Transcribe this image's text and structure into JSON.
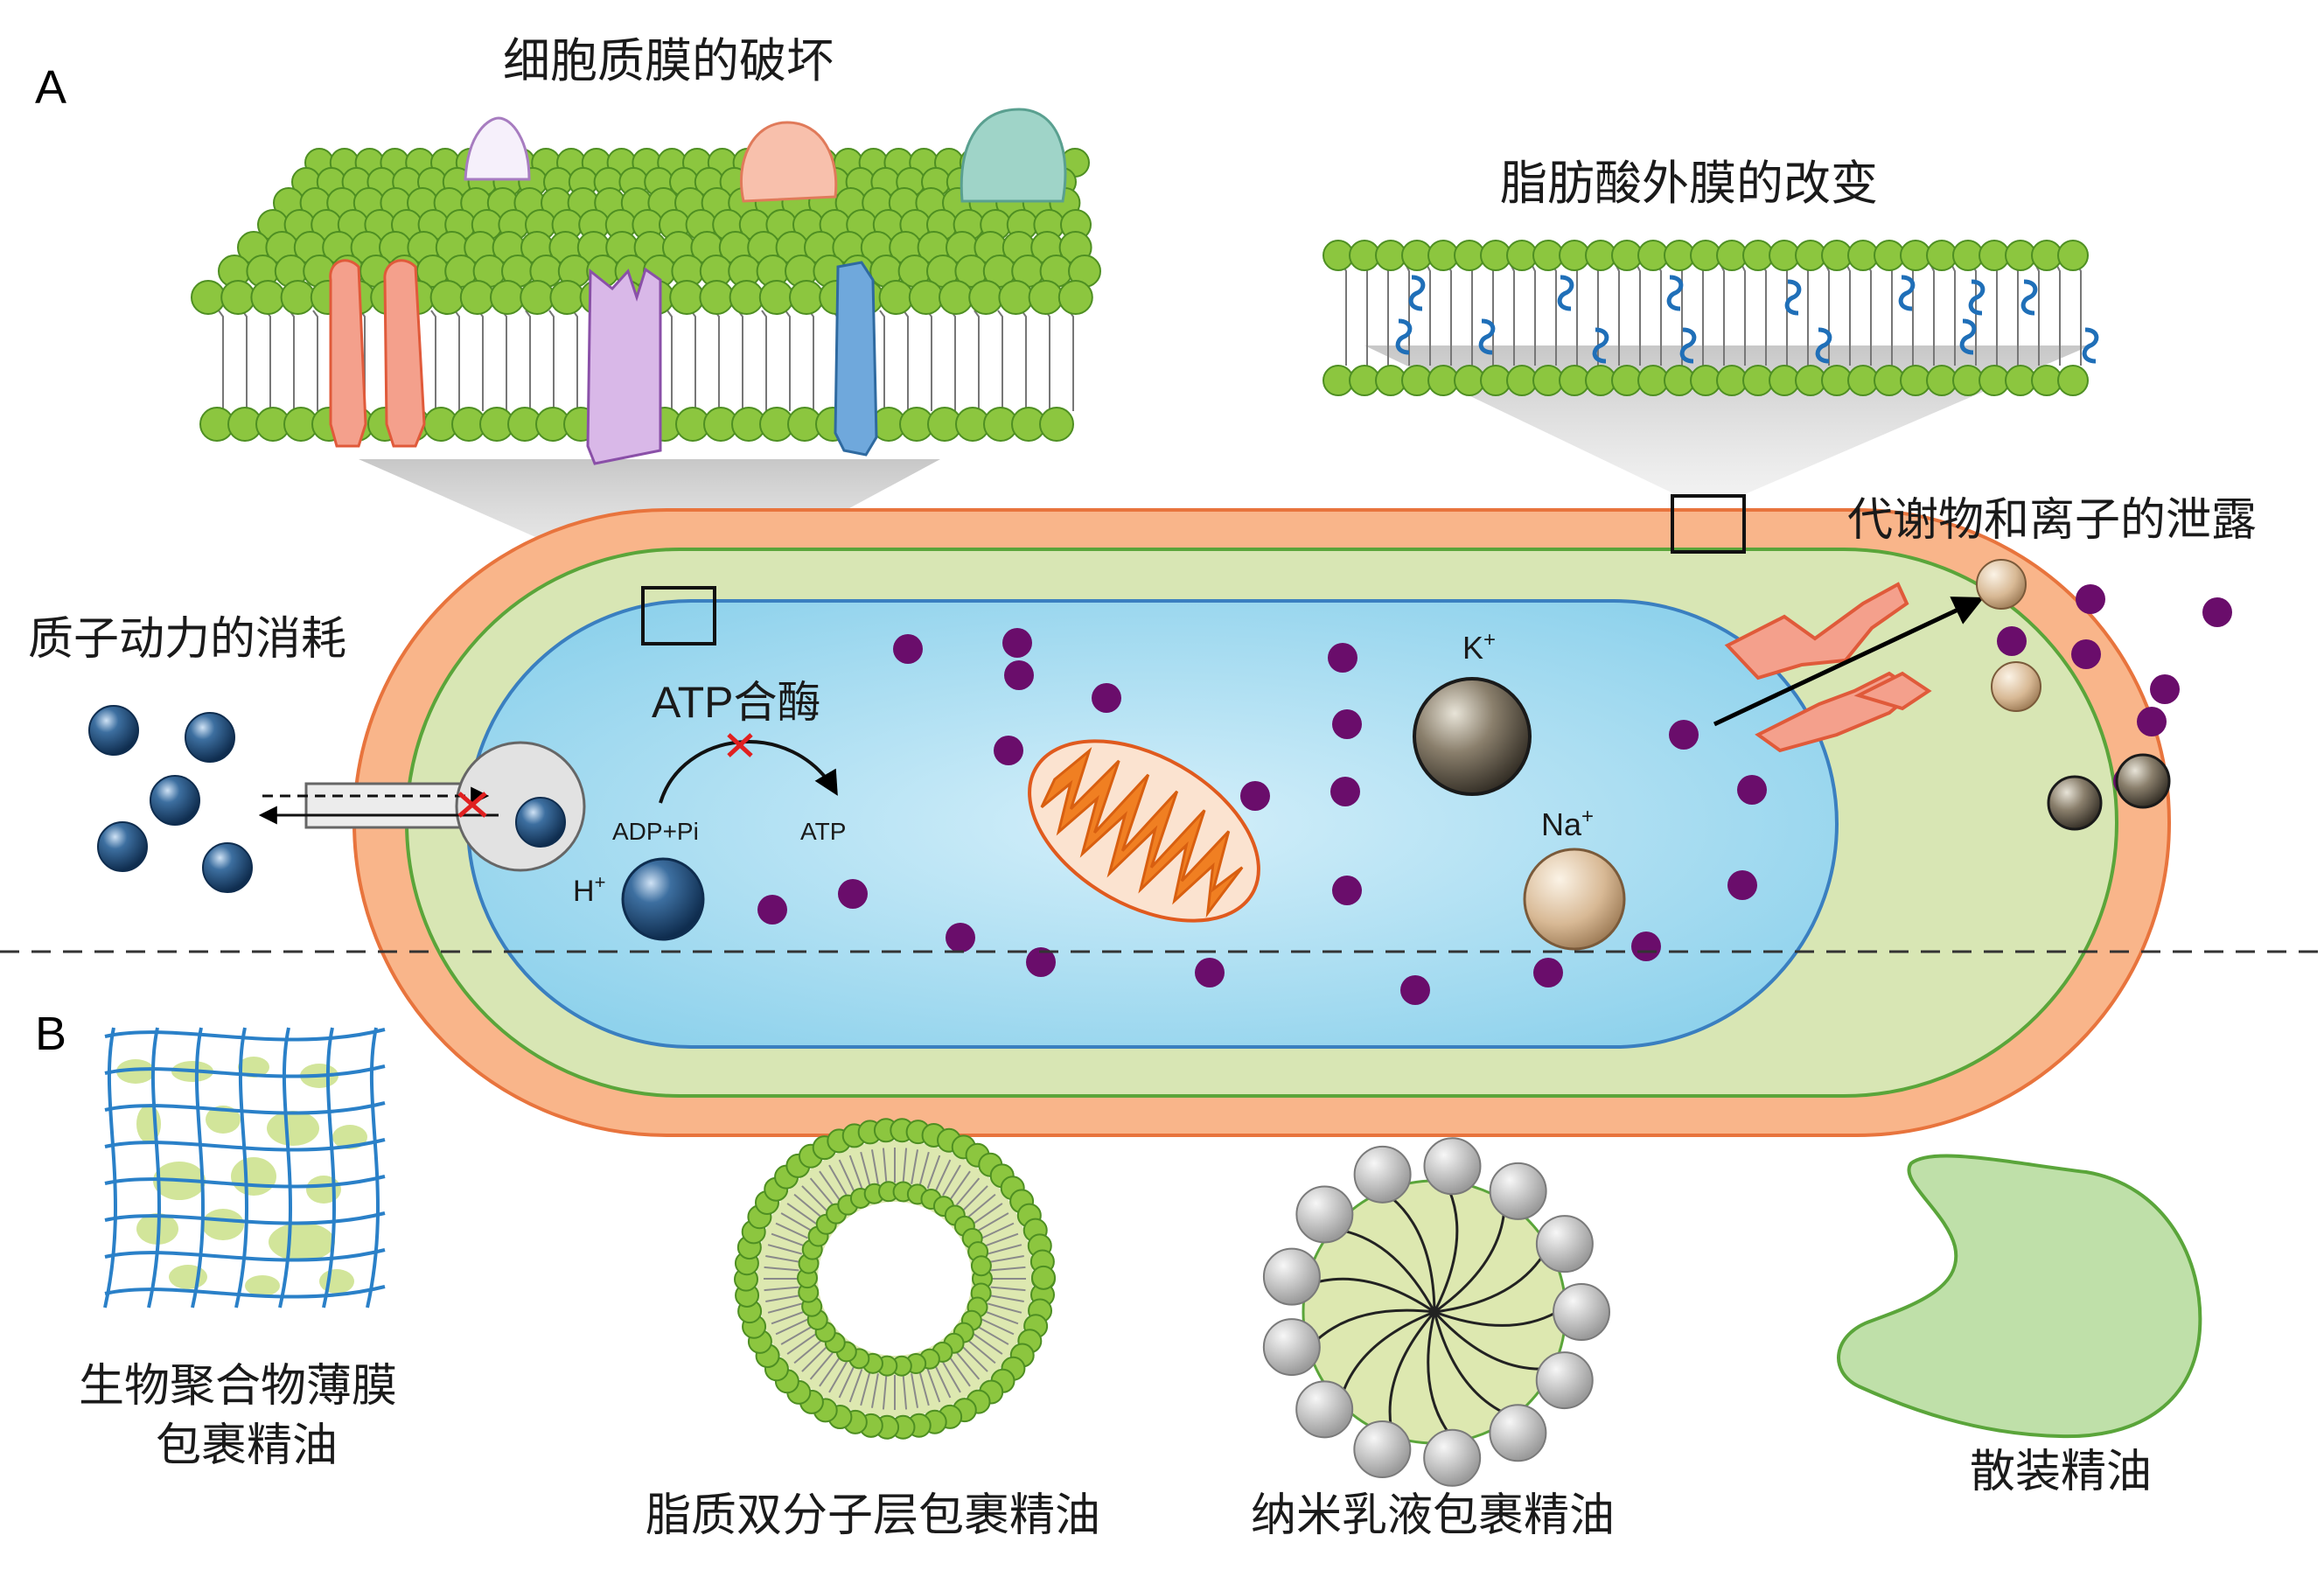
{
  "labels": {
    "section_a": "A",
    "section_b": "B",
    "membrane_damage": "细胞质膜的破坏",
    "fatty_acid_change": "脂肪酸外膜的改变",
    "leakage": "代谢物和离子的泄露",
    "proton_motive": "质子动力的消耗",
    "atp_synthase": "ATP合酶",
    "adp_pi": "ADP+Pi",
    "atp": "ATP",
    "h_ion": "H",
    "k_ion": "K",
    "na_ion": "Na",
    "plus": "+",
    "biopolymer_film_line1": "生物聚合物薄膜",
    "biopolymer_film_line2": "包裹精油",
    "lipid_bilayer": "脂质双分子层包裹精油",
    "nanoemulsion": "纳米乳液包裹精油",
    "bulk_oil": "散装精油"
  },
  "colors": {
    "outer_membrane": "#f9b58a",
    "outer_membrane_stroke": "#e8743d",
    "periplasm": "#d8e6b4",
    "cytoplasm": "#a8dcee",
    "lipid_head": "#8cc63f",
    "protein_pink": "#f4a08c",
    "protein_purple": "#d9b8e8",
    "protein_blue": "#6fa8dc",
    "protein_teal": "#9fd4c8",
    "metabolite": "#6a0d6b",
    "proton": "#1f4e79",
    "mitochondrion": "#f07f22",
    "inhibition_mark": "#e02020"
  }
}
